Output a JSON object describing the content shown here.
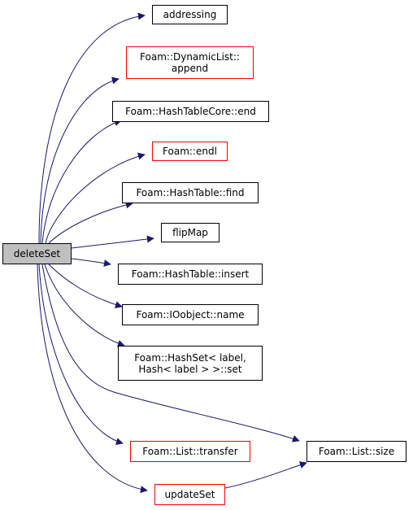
{
  "graph": {
    "edge_color": "#191970",
    "root": {
      "id": "deleteSet",
      "lines": [
        "deleteSet"
      ]
    },
    "nodes": [
      {
        "id": "addressing",
        "lines": [
          "addressing"
        ],
        "border": "#000000"
      },
      {
        "id": "dynamiclist-append",
        "lines": [
          "Foam::DynamicList::",
          "append"
        ],
        "border": "#ff0000"
      },
      {
        "id": "hashtablecore-end",
        "lines": [
          "Foam::HashTableCore::end"
        ],
        "border": "#000000"
      },
      {
        "id": "endl",
        "lines": [
          "Foam::endl"
        ],
        "border": "#ff0000"
      },
      {
        "id": "hashtable-find",
        "lines": [
          "Foam::HashTable::find"
        ],
        "border": "#000000"
      },
      {
        "id": "flipmap",
        "lines": [
          "flipMap"
        ],
        "border": "#000000"
      },
      {
        "id": "hashtable-insert",
        "lines": [
          "Foam::HashTable::insert"
        ],
        "border": "#000000"
      },
      {
        "id": "ioobject-name",
        "lines": [
          "Foam::IOobject::name"
        ],
        "border": "#000000"
      },
      {
        "id": "hashset-set",
        "lines": [
          "Foam::HashSet< label,",
          "Hash< label > >::set"
        ],
        "border": "#000000"
      },
      {
        "id": "list-size",
        "lines": [
          "Foam::List::size"
        ],
        "border": "#000000"
      },
      {
        "id": "list-transfer",
        "lines": [
          "Foam::List::transfer"
        ],
        "border": "#ff0000"
      },
      {
        "id": "updateset",
        "lines": [
          "updateSet"
        ],
        "border": "#ff0000"
      }
    ],
    "edges": [
      {
        "from": "deleteSet",
        "to": "addressing"
      },
      {
        "from": "deleteSet",
        "to": "dynamiclist-append"
      },
      {
        "from": "deleteSet",
        "to": "hashtablecore-end"
      },
      {
        "from": "deleteSet",
        "to": "endl"
      },
      {
        "from": "deleteSet",
        "to": "hashtable-find"
      },
      {
        "from": "deleteSet",
        "to": "flipmap"
      },
      {
        "from": "deleteSet",
        "to": "hashtable-insert"
      },
      {
        "from": "deleteSet",
        "to": "ioobject-name"
      },
      {
        "from": "deleteSet",
        "to": "hashset-set"
      },
      {
        "from": "deleteSet",
        "to": "list-size"
      },
      {
        "from": "deleteSet",
        "to": "list-transfer"
      },
      {
        "from": "deleteSet",
        "to": "updateset"
      },
      {
        "from": "updateset",
        "to": "list-size"
      }
    ]
  }
}
